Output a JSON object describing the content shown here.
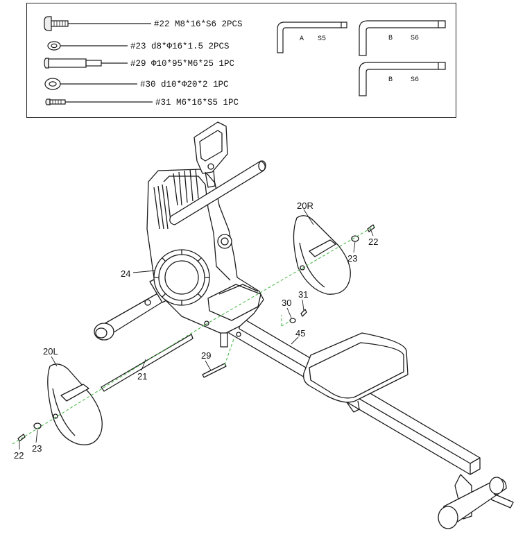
{
  "parts_list": [
    {
      "id": "part-22",
      "text": "#22 M8*16*S6 2PCS"
    },
    {
      "id": "part-23",
      "text": "#23 d8*Φ16*1.5 2PCS"
    },
    {
      "id": "part-29",
      "text": "#29 Φ10*95*M6*25 1PC"
    },
    {
      "id": "part-30",
      "text": "#30 d10*Φ20*2 1PC"
    },
    {
      "id": "part-31",
      "text": "#31 M6*16*S5 1PC"
    }
  ],
  "wrenches": [
    {
      "letter": "A",
      "size": "S5"
    },
    {
      "letter": "B",
      "size": "S6"
    },
    {
      "letter": "B",
      "size": "S6"
    }
  ],
  "callouts": {
    "c20R": "20R",
    "c22a": "22",
    "c23a": "23",
    "c24": "24",
    "c30": "30",
    "c31": "31",
    "c45": "45",
    "c29": "29",
    "c21": "21",
    "c20L": "20L",
    "c22b": "22",
    "c23b": "23"
  },
  "colors": {
    "line": "#1a1a1a",
    "assembly_guide": "#3cb43c",
    "background": "#ffffff"
  }
}
